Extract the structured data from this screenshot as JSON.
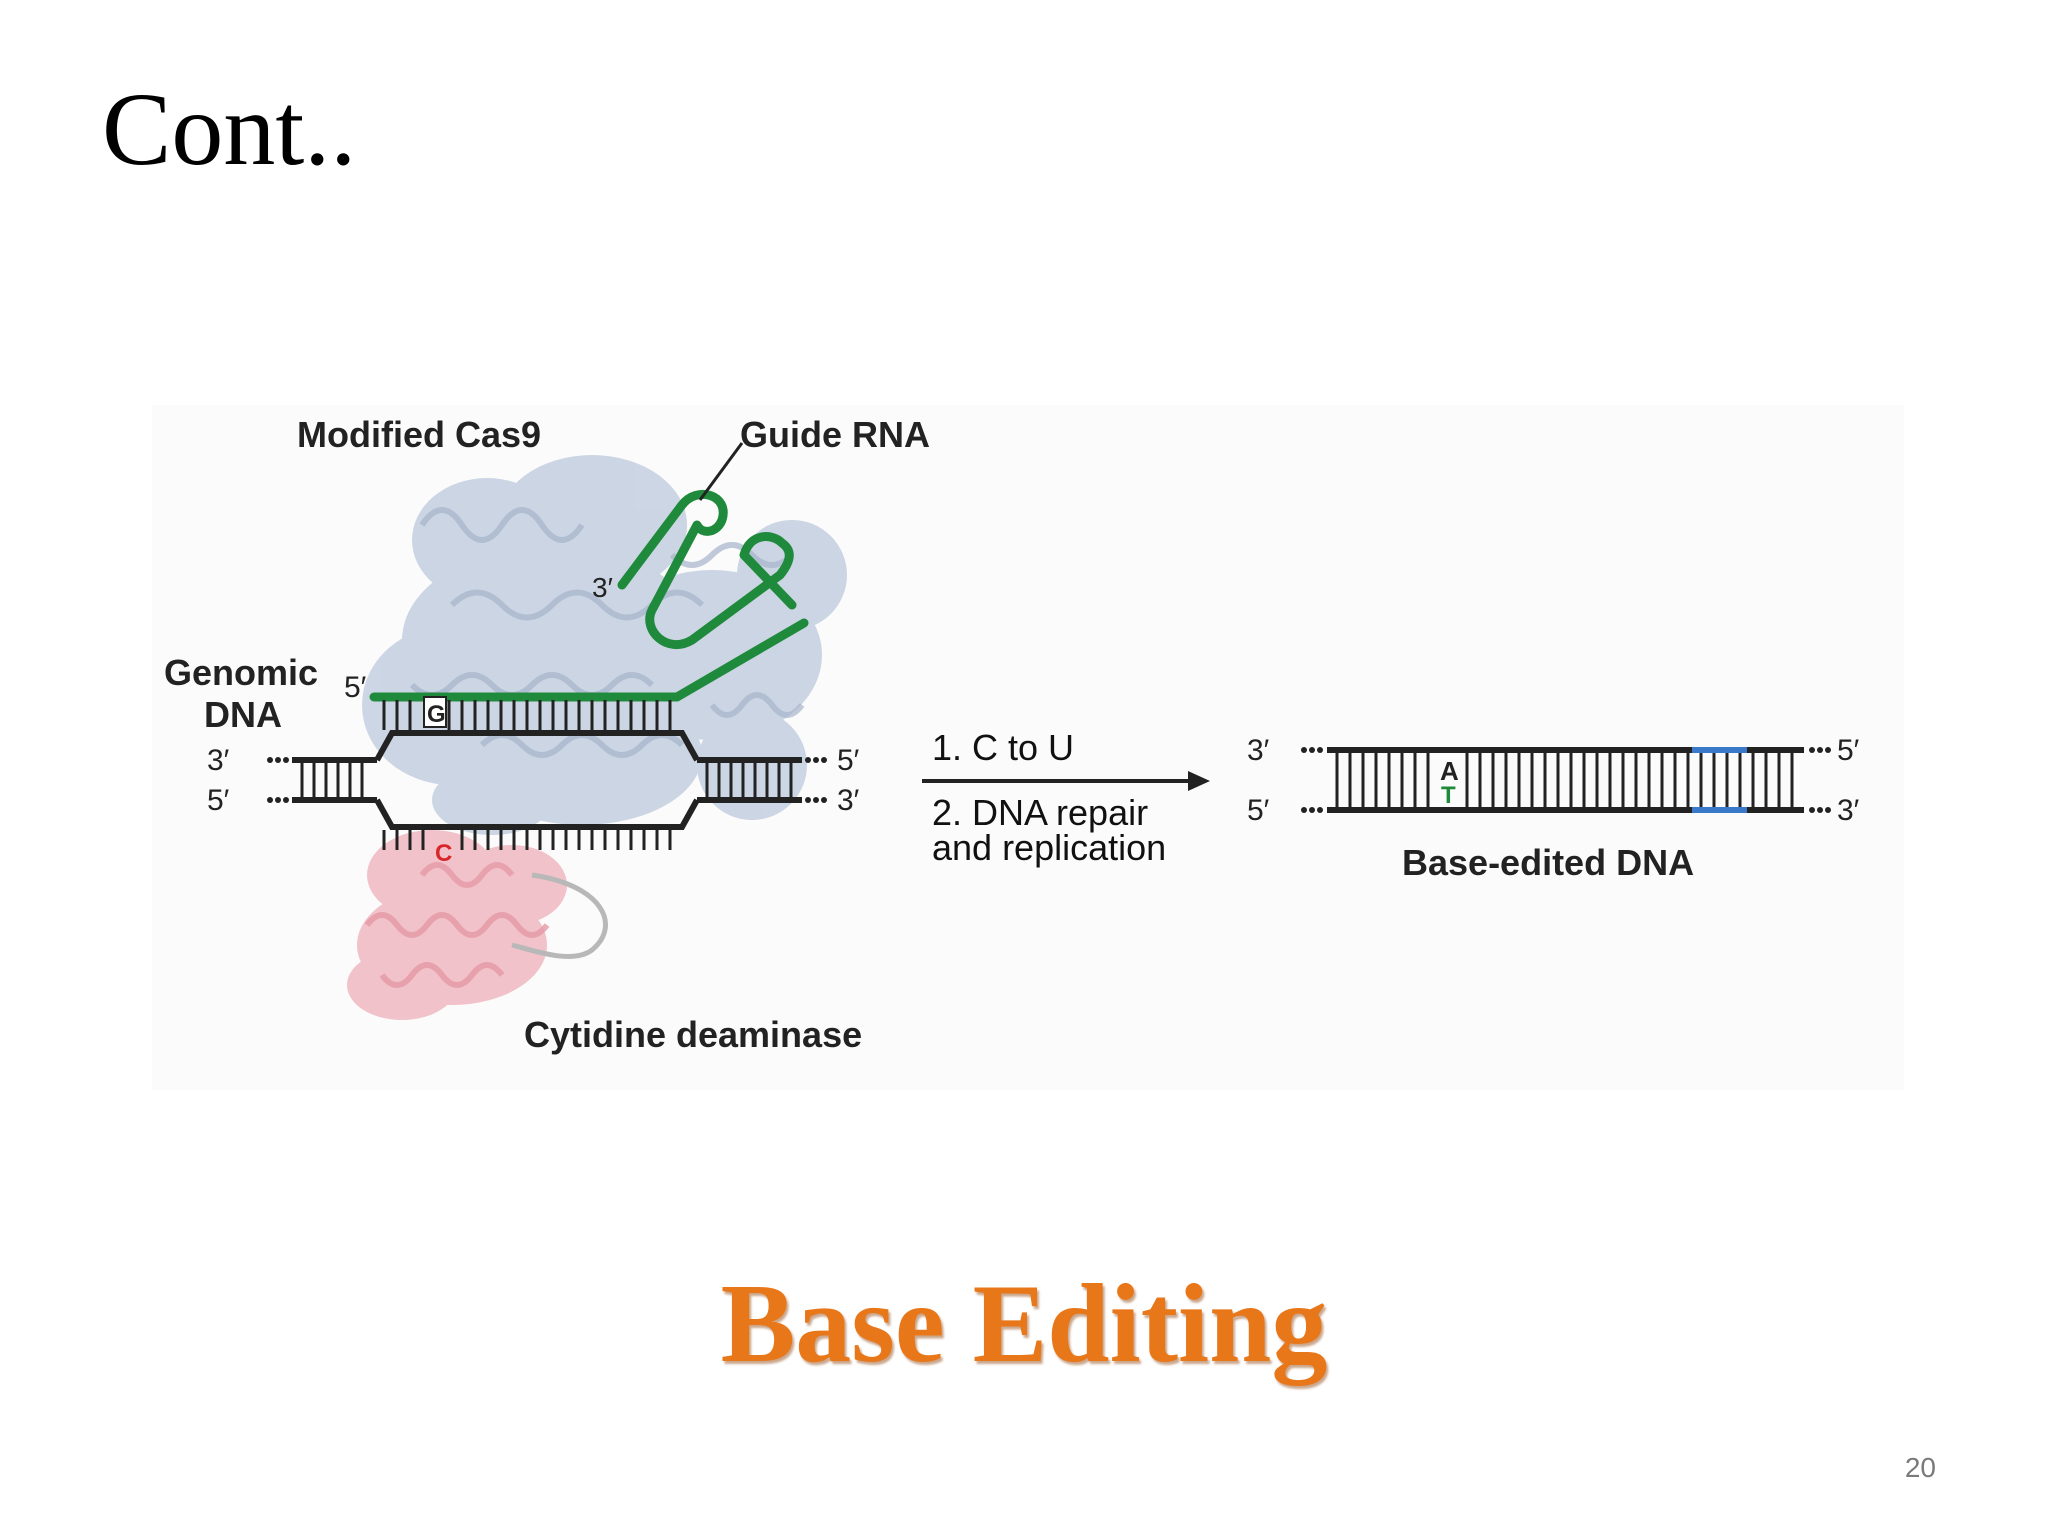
{
  "slide": {
    "title": "Cont..",
    "footer_title": "Base Editing",
    "page_number": "20"
  },
  "diagram": {
    "modified_cas9": "Modified Cas9",
    "guide_rna": "Guide RNA",
    "guide_rna_end": "3′",
    "genomic_dna_line1": "Genomic",
    "genomic_dna_line2": "DNA",
    "left_top_end": "5′",
    "left_mid_top": "3′",
    "left_mid_bottom": "5′",
    "right_mid_top": "5′",
    "right_mid_bottom": "3′",
    "base_g": "G",
    "base_c": "C",
    "cytidine_deaminase": "Cytidine deaminase",
    "step1": "1. C to U",
    "step2_line1": "2. DNA repair",
    "step2_line2": "and replication",
    "edited_left_top": "3′",
    "edited_left_bottom": "5′",
    "edited_right_top": "5′",
    "edited_right_bottom": "3′",
    "base_a": "A",
    "base_t": "T",
    "base_edited_dna": "Base-edited DNA"
  },
  "colors": {
    "guide_rna": "#1f8a3c",
    "cas9_protein": "#b9c6da",
    "deaminase_protein": "#eeb3bc",
    "edited_c": "#d8262b",
    "title_orange": "#e8771a",
    "edited_dna_highlight": "#3a78c9"
  }
}
